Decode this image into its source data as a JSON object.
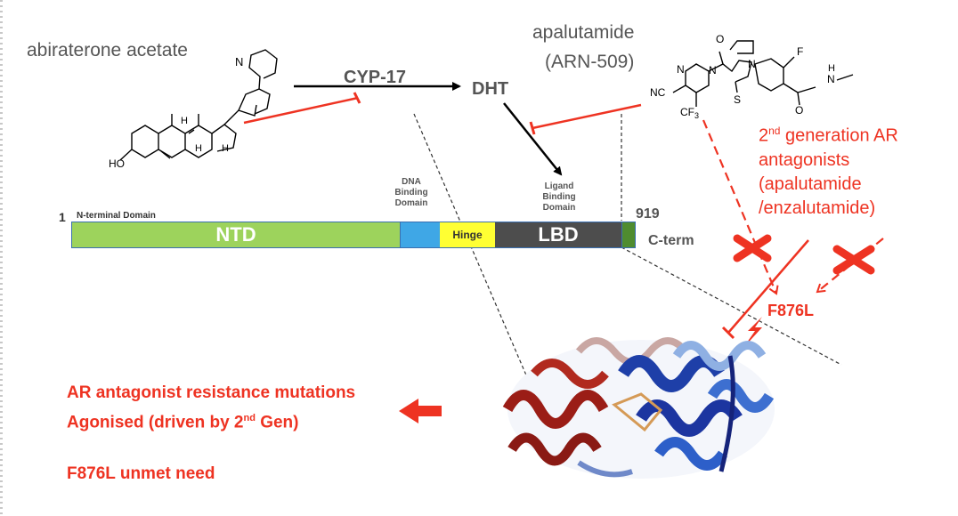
{
  "drugs": {
    "abiraterone": "abiraterone  acetate",
    "apalutamide": "apalutamide",
    "apalutamide_code": "(ARN-509)"
  },
  "pathway": {
    "enzyme": "CYP-17",
    "hormone": "DHT"
  },
  "molecules": {
    "abiraterone_atoms": {
      "ho": "HO",
      "n": "N",
      "h1": "H",
      "h2": "H",
      "h3": "H"
    },
    "apalutamide_atoms": {
      "o1": "O",
      "o2": "O",
      "n1": "N",
      "n2": "N",
      "n3": "N",
      "nh": "N",
      "h": "H",
      "s": "S",
      "f": "F",
      "nc": "NC",
      "cf3": "CF",
      "cf3_sub": "3"
    }
  },
  "domain_bar": {
    "start_num": "1",
    "end_num": "919",
    "nterm_label": "N-terminal Domain",
    "dbd_label": [
      "DNA",
      "Binding",
      "Domain"
    ],
    "lbd_label": [
      "Ligand",
      "Binding",
      "Domain"
    ],
    "segments": {
      "ntd": "NTD",
      "hinge": "Hinge",
      "lbd": "LBD"
    },
    "cterm": "C-term"
  },
  "second_gen": {
    "line1_main": "nd",
    "line1_prefix": "2",
    "line1_suffix": " generation AR",
    "line2": "antagonists",
    "line3": "(apalutamide",
    "line4": "/enzalutamide)"
  },
  "mutation_label": "F876L",
  "resistance": {
    "line1": "AR antagonist resistance mutations",
    "line2_prefix": "Agonised (driven by 2",
    "line2_sup": "nd",
    "line2_suffix": " Gen)",
    "line3": "F876L unmet need"
  },
  "colors": {
    "red": "#ee3322",
    "gray_text": "#555555",
    "ntd": "#9dd35c",
    "dbd": "#3fa7e6",
    "hinge": "#ffff33",
    "lbd": "#4d4d4d",
    "cterm": "#4f8c2f"
  }
}
